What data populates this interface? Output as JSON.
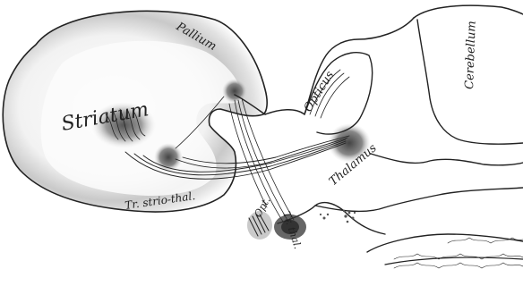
{
  "labels": {
    "striatum": "Striatum",
    "pallium": "Pallium",
    "opticus": "Opticus",
    "cerebellum": "Cerebellum",
    "thalamus": "Thalamus",
    "tr_strio_thal": "Tr. strio-thal.",
    "opt": "Opt.",
    "tr_thal": "Tr. thal."
  }
}
